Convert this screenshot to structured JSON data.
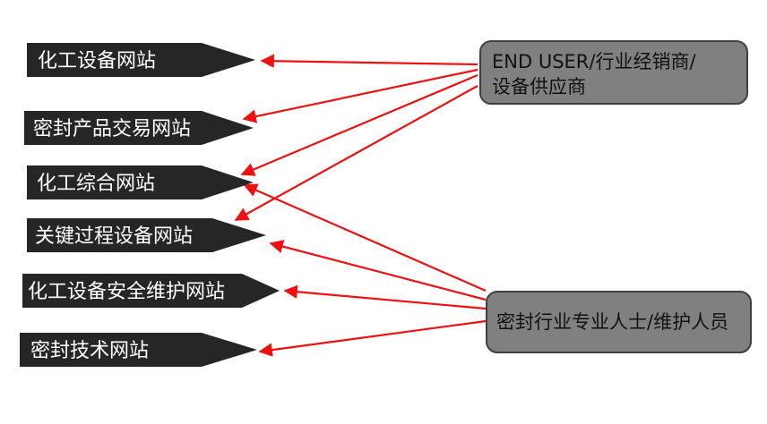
{
  "site_tags": [
    {
      "label": "化工设备网站"
    },
    {
      "label": "密封产品交易网站"
    },
    {
      "label": "化工综合网站"
    },
    {
      "label": "关键过程设备网站"
    },
    {
      "label": "化工设备安全维护网站"
    },
    {
      "label": "密封技术网站"
    }
  ],
  "audience_boxes": [
    {
      "lines": [
        "END USER/行业经销商/",
        "设备供应商"
      ],
      "targets": [
        0,
        1,
        2,
        3
      ]
    },
    {
      "lines": [
        "密封行业专业人士/维护人员"
      ],
      "targets": [
        2,
        3,
        4,
        5
      ]
    }
  ],
  "colors": {
    "tag_fill": "#262626",
    "tag_text": "#ffffff",
    "box_fill": "#808080",
    "box_stroke": "#404040",
    "arrow": "#ee1111"
  }
}
